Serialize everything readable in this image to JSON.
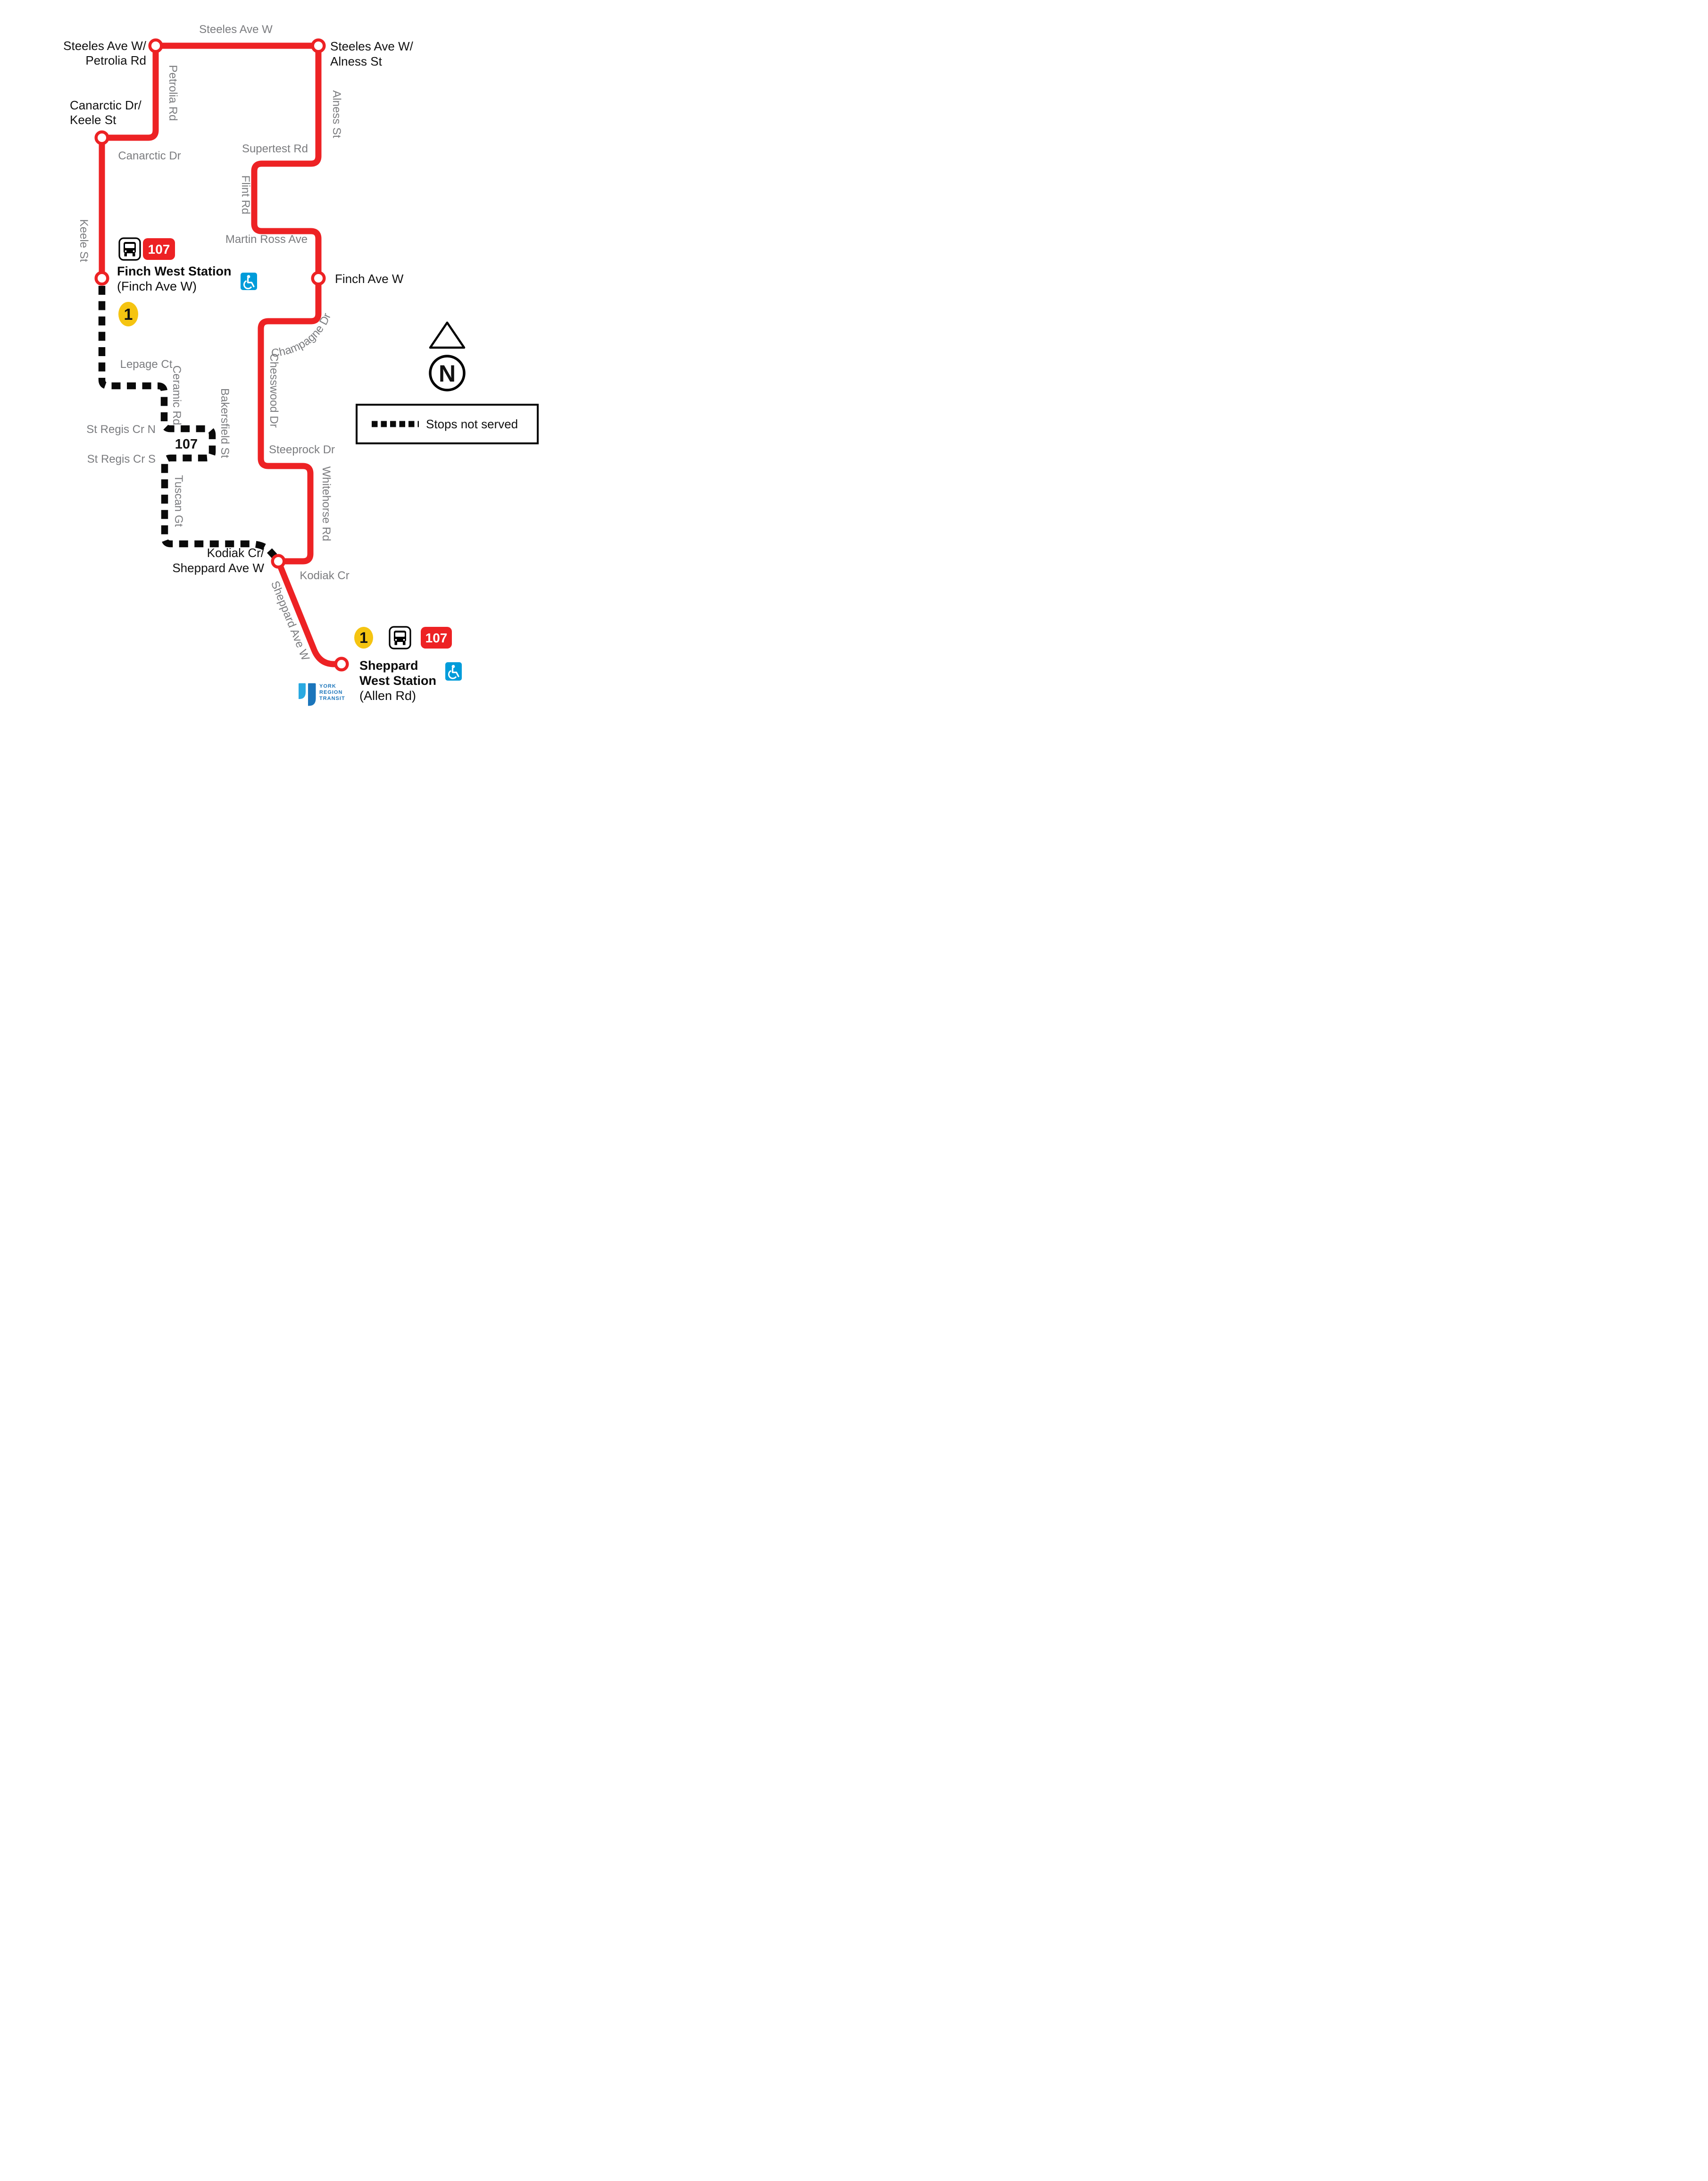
{
  "route": {
    "number": "107",
    "inline_number": "107"
  },
  "colors": {
    "route_red": "#ED2224",
    "street_gray": "#7B7C7F",
    "dashed_black": "#0A0A0A",
    "subway_yellow": "#F5C411",
    "accessible_blue": "#009CDA",
    "logo_dark_blue": "#1B75BB",
    "logo_light_blue": "#29A9E1"
  },
  "streets": {
    "steeles": "Steeles Ave W",
    "petrolia": "Petrolia Rd",
    "alness": "Alness St",
    "canarctic": "Canarctic Dr",
    "supertest": "Supertest Rd",
    "flint": "Flint Rd",
    "keele": "Keele St",
    "martin_ross": "Martin Ross Ave",
    "champagne": "Champagne Dr",
    "chesswood": "Chesswood Dr",
    "lepage": "Lepage Ct",
    "ceramic": "Ceramic Rd",
    "bakersfield": "Bakersfield St",
    "st_regis_n": "St Regis Cr N",
    "st_regis_s": "St Regis Cr S",
    "tuscan": "Tuscan Gt",
    "steeprock": "Steeprock Dr",
    "whitehorse": "Whitehorse Rd",
    "kodiak": "Kodiak Cr",
    "sheppard": "Sheppard Ave W"
  },
  "stops": {
    "steeles_petrolia": {
      "line1": "Steeles Ave W/",
      "line2": "Petrolia Rd"
    },
    "steeles_alness": {
      "line1": "Steeles Ave W/",
      "line2": "Alness St"
    },
    "canarctic_keele": {
      "line1": "Canarctic Dr/",
      "line2": "Keele St"
    },
    "finch_ave_w": {
      "line1": "Finch Ave W"
    },
    "kodiak_sheppard": {
      "line1": "Kodiak Cr/",
      "line2": "Sheppard Ave W"
    }
  },
  "stations": {
    "finch_west": {
      "name": "Finch West Station",
      "detail": "(Finch Ave W)",
      "route_badge": "107",
      "subway_badge": "1"
    },
    "sheppard_west": {
      "name_line1": "Sheppard",
      "name_line2": "West Station",
      "detail": "(Allen Rd)",
      "route_badge": "107",
      "subway_badge": "1"
    }
  },
  "legend": {
    "stops_not_served": "Stops not served"
  },
  "compass": {
    "north": "N"
  },
  "logo": {
    "line1": "YORK",
    "line2": "REGION",
    "line3": "TRANSIT"
  }
}
